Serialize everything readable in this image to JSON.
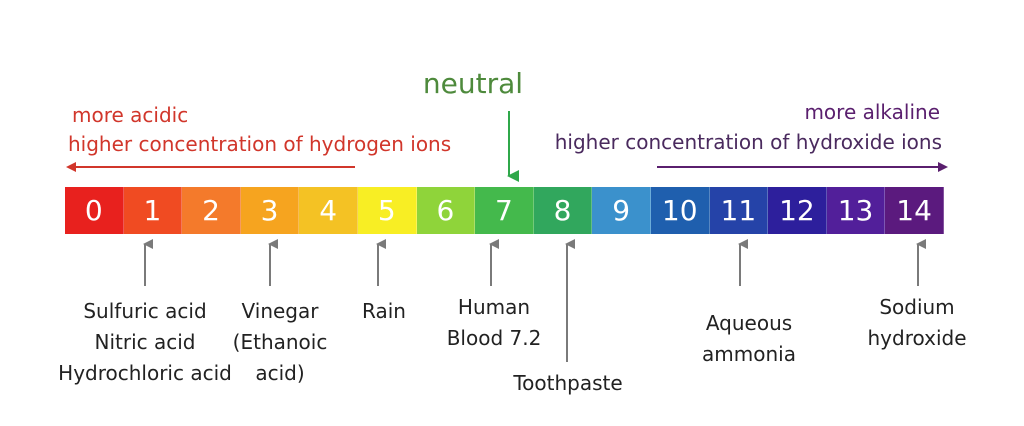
{
  "neutral_label": "neutral",
  "acidic": {
    "line1": "more acidic",
    "line2": "higher concentration of hydrogen ions",
    "color": "#d1362b"
  },
  "alkaline": {
    "line1": "more alkaline",
    "line2": "higher concentration of hydroxide ions",
    "color": "#5a1f6e"
  },
  "scale": [
    {
      "value": "0",
      "color": "#e8211e"
    },
    {
      "value": "1",
      "color": "#f04b22"
    },
    {
      "value": "2",
      "color": "#f47a2b"
    },
    {
      "value": "3",
      "color": "#f6a41f"
    },
    {
      "value": "4",
      "color": "#f4c224"
    },
    {
      "value": "5",
      "color": "#f8ee24"
    },
    {
      "value": "6",
      "color": "#8fd43a"
    },
    {
      "value": "7",
      "color": "#44b94c"
    },
    {
      "value": "8",
      "color": "#31a75d"
    },
    {
      "value": "9",
      "color": "#3b91cc"
    },
    {
      "value": "10",
      "color": "#1f5fae"
    },
    {
      "value": "11",
      "color": "#2543a8"
    },
    {
      "value": "12",
      "color": "#2d1f9c"
    },
    {
      "value": "13",
      "color": "#521f9a"
    },
    {
      "value": "14",
      "color": "#5b1a7e"
    }
  ],
  "examples": {
    "strong_acids": [
      "Sulfuric acid",
      "Nitric acid",
      "Hydrochloric acid"
    ],
    "vinegar": [
      "Vinegar",
      "(Ethanoic",
      "acid)"
    ],
    "rain": [
      "Rain"
    ],
    "blood": [
      "Human",
      "Blood 7.2"
    ],
    "toothpaste": [
      "Toothpaste"
    ],
    "ammonia": [
      "Aqueous",
      "ammonia"
    ],
    "sodium_hydroxide": [
      "Sodium",
      "hydroxide"
    ]
  }
}
